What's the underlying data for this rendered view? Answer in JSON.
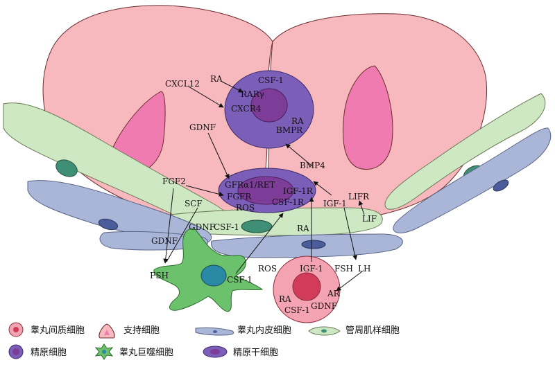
{
  "labels": {
    "cxcl12": "CXCL12",
    "ra_top": "RA",
    "csf1_top": "CSF-1",
    "rar_gamma": "RARγ",
    "cxcr4": "CXCR4",
    "ra_right": "RA",
    "bmpr": "BMPR",
    "gdnf_top": "GDNF",
    "bmp4": "BMP4",
    "fgf2": "FGF2",
    "gfra1_ret": "GFRα1/RET",
    "igf1r": "IGF-1R",
    "fgfr": "FGFR",
    "csf1r": "CSF-1R",
    "ros_mid": "ROS",
    "scf": "SCF",
    "lifr": "LIFR",
    "igf1_right": "IGF-1",
    "lif": "LIF",
    "gdnf_mac": "GDNF",
    "csf1_mac_top": "CSF-1",
    "ra_myoid": "RA",
    "gdnf_left": "GDNF",
    "fsh_left": "FSH",
    "csf1_mac": "CSF-1",
    "ros_ley": "ROS",
    "igf1_ley": "IGF-1",
    "fsh_right": "FSH",
    "lh": "LH",
    "ar": "AR",
    "ra_ley": "RA",
    "csf1_ley": "CSF-1",
    "gdnf_ley": "GDNF"
  },
  "legend": {
    "leydig": "睾丸间质细胞",
    "sertoli": "支持细胞",
    "endothelial": "睾丸内皮细胞",
    "myoid": "管周肌样细胞",
    "spermatogonia": "精原细胞",
    "macrophage": "睾丸巨噬细胞",
    "ssc": "精原干细胞"
  },
  "colors": {
    "sertoli_fill": "#f7b8be",
    "sertoli_nucleus": "#f07bb0",
    "ssc_outer": "#7b5eb8",
    "ssc_inner": "#7d3c98",
    "myoid_fill": "#cde8c2",
    "myoid_nucleus": "#3f8f76",
    "endo_fill": "#a9b6d8",
    "endo_nucleus": "#4a5d9a",
    "macrophage_fill": "#6cc26c",
    "macrophage_nucleus": "#2a8aa6",
    "leydig_fill": "#f3a3b1",
    "leydig_nucleus": "#d23c5a"
  }
}
